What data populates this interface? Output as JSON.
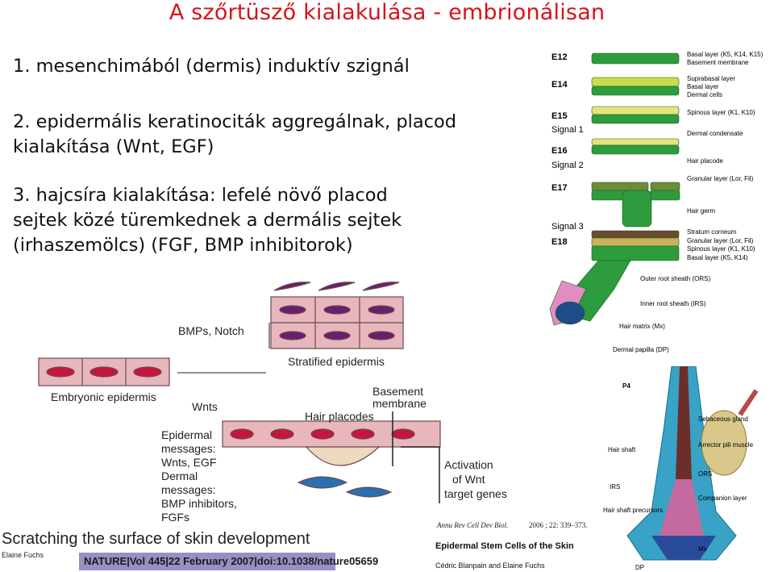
{
  "title": "A szőrtüsző kialakulása - embrionálisan",
  "points": [
    {
      "lines": [
        "1. mesenchimából (dermis) induktív szignál"
      ]
    },
    {
      "lines": [
        "2. epidermális keratinociták aggregálnak, placod",
        "kialakítása (Wnt, EGF)"
      ]
    },
    {
      "lines": [
        "3. hajcsíra kialakítása:  lefelé növő placod",
        "sejtek közé türemkednek a dermális sejtek",
        "(irhaszemölcs) (FGF, BMP inhibitorok)"
      ]
    }
  ],
  "fuchs_figure": {
    "stages": [
      "E12",
      "E14",
      "E15",
      "E16",
      "E17",
      "E18"
    ],
    "signals": [
      "Signal 1",
      "Signal 2",
      "Signal 3"
    ],
    "labels": [
      "Basal layer (K5, K14, K15)",
      "Basement membrane",
      "Suprabasal layer",
      "Basal layer",
      "Dermal cells",
      "Spinous layer (K1, K10)",
      "Dermal condensate",
      "Hair placode",
      "Granular layer (Lor, Fil)",
      "Hair germ",
      "Stratum corneum",
      "Granular layer (Lor, Fil)",
      "Spinous layer (K1, K10)",
      "Basal layer (K5, K14)",
      "Outer root sheath (ORS)",
      "Inner root sheath (IRS)",
      "Hair matrix (Mx)",
      "Dermal papilla (DP)"
    ]
  },
  "nature_figure": {
    "bmps_notch": "BMPs, Notch",
    "stratified": "Stratified epidermis",
    "embryonic": "Embryonic epidermis",
    "wnts": "Wnts",
    "basement": [
      "Basement",
      "membrane"
    ],
    "placodes": "Hair placodes",
    "messages": [
      "Epidermal",
      "messages:",
      "Wnts, EGF",
      "Dermal",
      "messages:",
      "BMP inhibitors,",
      "FGFs"
    ],
    "activation": [
      "Activation",
      "of Wnt",
      "target genes"
    ]
  },
  "follicle": {
    "stage": "P4",
    "labels": [
      "Sebaceous gland",
      "Hair shaft",
      "Arrector pili muscle",
      "ORS",
      "IRS",
      "Companion layer",
      "Hair shaft precursors",
      "Mx",
      "DP"
    ]
  },
  "citations": {
    "caption": "Scratching the surface of skin development",
    "author": "Elaine Fuchs",
    "nature": "NATURE|Vol 445|22 February 2007|doi:10.1038/nature05659",
    "journal": "Annu Rev Cell Dev Biol.",
    "journal_vals": "2006 ; 22: 339–373.",
    "stem": "Epidermal Stem Cells of the Skin",
    "authors2": "Cédric Blanpain and Elaine Fuchs"
  },
  "colors": {
    "title": "#d8131a",
    "green": "#2e9b3c",
    "purple": "#6b1e6e",
    "pink": "#e7b7bd",
    "blue": "#2a6fb0"
  }
}
